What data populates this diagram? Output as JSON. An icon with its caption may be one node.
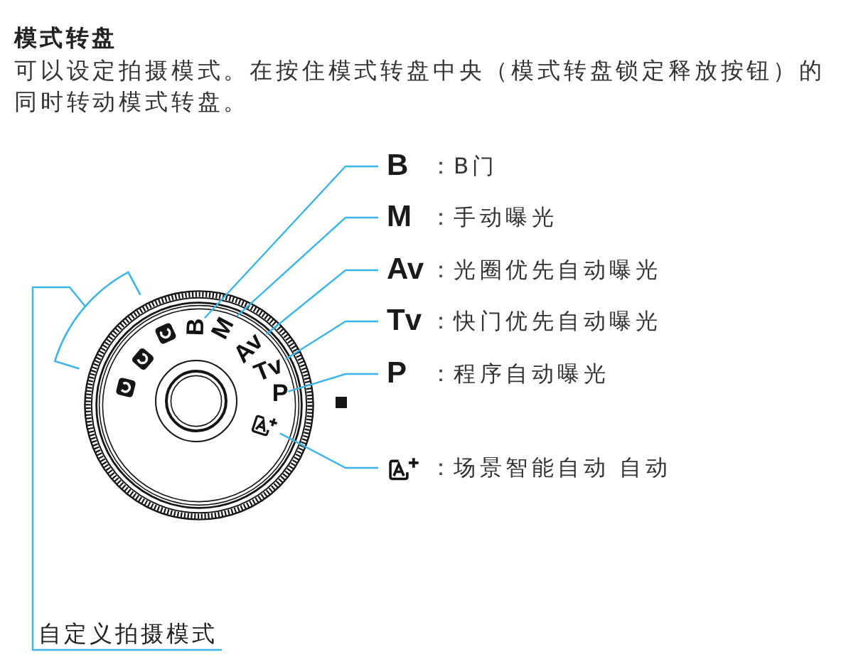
{
  "diagram": {
    "title": "模式转盘",
    "nodes": [
      {
        "text": [],
        "shape": "circle"
      },
      {
        "text": [],
        "shape": "picture",
        "in": 0
      },
      {
        "text": [
          "B"
        ],
        "in": 0
      },
      {
        "text": [
          "M"
        ],
        "in": 0
      },
      {
        "text": [
          "Av"
        ],
        "in": 0
      },
      {
        "text": [
          "Tv"
        ],
        "in": 0
      },
      {
        "text": [
          "P"
        ],
        "in": 0
      },
      {
        "text": [],
        "shape": "picture",
        "in": 0
      },
      {
        "text": [
          "B",
          "：",
          "B门"
        ]
      },
      {
        "text": [
          "M",
          "：",
          "手动曝光"
        ]
      },
      {
        "text": [
          "Av",
          "：",
          "光圈优先自动曝光"
        ]
      },
      {
        "text": [
          "Tv",
          "：",
          "快门优先自动曝光"
        ]
      },
      {
        "text": [
          "P",
          "：",
          "程序自动曝光"
        ]
      },
      {
        "text": [
          "：",
          "场景智能自动 自动"
        ]
      },
      {
        "text": [
          "自定义拍摄模式"
        ]
      }
    ],
    "edges": [
      {
        "from": 8,
        "to": 2,
        "arrow": "none"
      },
      {
        "from": 9,
        "to": 3,
        "arrow": "none"
      },
      {
        "from": 10,
        "to": 4,
        "arrow": "none"
      },
      {
        "from": 11,
        "to": 5,
        "arrow": "none"
      },
      {
        "from": 12,
        "to": 6,
        "arrow": "none"
      },
      {
        "from": 13,
        "to": 7,
        "arrow": "none"
      },
      {
        "from": 14,
        "to": 1,
        "arrow": "none"
      }
    ],
    "labels": [
      "可以设定拍摄模式。在按住模式转盘中央（模式转盘锁定释放按钮）的同时转动模式转盘。"
    ]
  }
}
